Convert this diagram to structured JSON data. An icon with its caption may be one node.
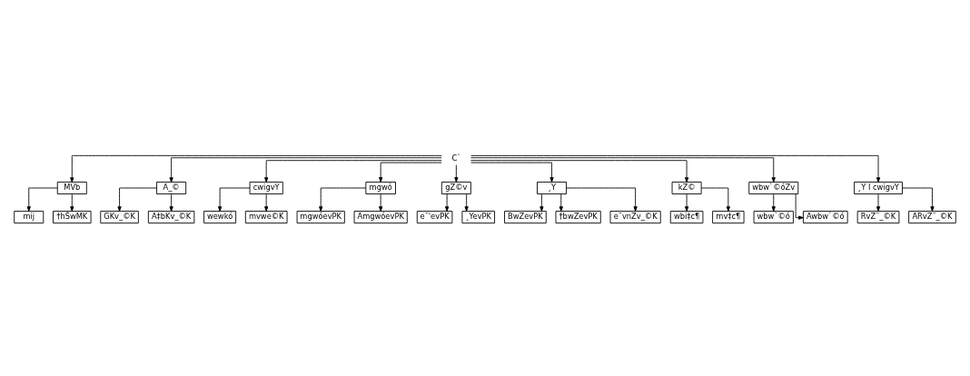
{
  "diagram": {
    "nodes": [
      {
        "text": [
          "C`"
        ]
      },
      {
        "text": [
          "MVb"
        ]
      },
      {
        "text": [
          "A_©"
        ]
      },
      {
        "text": [
          "cwigvY"
        ]
      },
      {
        "text": [
          "mgwó"
        ]
      },
      {
        "text": [
          "gZ©v"
        ]
      },
      {
        "text": [
          "¸Y"
        ]
      },
      {
        "text": [
          "kZ©"
        ]
      },
      {
        "text": [
          "wbw`©óZv"
        ]
      },
      {
        "text": [
          "¸Y I cwigvY"
        ]
      },
      {
        "text": [
          "mij"
        ]
      },
      {
        "text": [
          "†hŠwMK"
        ]
      },
      {
        "text": [
          "wewkó"
        ]
      },
      {
        "text": [
          "mvwe©K"
        ]
      },
      {
        "text": [
          "e¯'evPK"
        ]
      },
      {
        "text": [
          "¸YevPK"
        ]
      },
      {
        "text": [
          "wbi‡c¶"
        ]
      },
      {
        "text": [
          "mv‡c¶"
        ]
      },
      {
        "text": [
          "RvZ¨_©K"
        ]
      },
      {
        "text": [
          "ARvZ¨_©K"
        ]
      },
      {
        "text": [
          "GKv_©K"
        ]
      },
      {
        "text": [
          "A‡bKv_©K"
        ]
      },
      {
        "text": [
          "mgwóevPK"
        ]
      },
      {
        "text": [
          "AmgwóevPK"
        ]
      },
      {
        "text": [
          "BwZevPK"
        ]
      },
      {
        "text": [
          "†bwZevPK"
        ]
      },
      {
        "text": [
          "e¨vnZv_©K"
        ]
      },
      {
        "text": [
          "wbw`©ó"
        ]
      },
      {
        "text": [
          "Awbw`©ó"
        ]
      }
    ],
    "edges": [
      {
        "from": 0,
        "to": 1,
        "arrow": "to"
      },
      {
        "from": 0,
        "to": 2,
        "arrow": "to"
      },
      {
        "from": 0,
        "to": 3,
        "arrow": "to"
      },
      {
        "from": 0,
        "to": 4,
        "arrow": "to"
      },
      {
        "from": 0,
        "to": 5,
        "arrow": "to"
      },
      {
        "from": 0,
        "to": 6,
        "arrow": "to"
      },
      {
        "from": 0,
        "to": 7,
        "arrow": "to"
      },
      {
        "from": 0,
        "to": 8,
        "arrow": "to"
      },
      {
        "from": 0,
        "to": 9,
        "arrow": "to"
      },
      {
        "from": 1,
        "to": 10,
        "arrow": "to"
      },
      {
        "from": 1,
        "to": 11,
        "arrow": "to"
      },
      {
        "from": 3,
        "to": 12,
        "arrow": "to"
      },
      {
        "from": 3,
        "to": 13,
        "arrow": "to"
      },
      {
        "from": 5,
        "to": 14,
        "arrow": "to"
      },
      {
        "from": 5,
        "to": 15,
        "arrow": "to"
      },
      {
        "from": 7,
        "to": 16,
        "arrow": "to"
      },
      {
        "from": 7,
        "to": 17,
        "arrow": "to"
      },
      {
        "from": 9,
        "to": 18,
        "arrow": "to"
      },
      {
        "from": 9,
        "to": 19,
        "arrow": "to"
      },
      {
        "from": 2,
        "to": 20,
        "arrow": "to"
      },
      {
        "from": 2,
        "to": 21,
        "arrow": "to"
      },
      {
        "from": 4,
        "to": 22,
        "arrow": "to"
      },
      {
        "from": 4,
        "to": 23,
        "arrow": "to"
      },
      {
        "from": 6,
        "to": 24,
        "arrow": "to"
      },
      {
        "from": 6,
        "to": 25,
        "arrow": "to"
      },
      {
        "from": 6,
        "to": 26,
        "arrow": "to"
      },
      {
        "from": 8,
        "to": 27,
        "arrow": "to"
      },
      {
        "from": 8,
        "to": 28,
        "arrow": "to"
      }
    ]
  }
}
